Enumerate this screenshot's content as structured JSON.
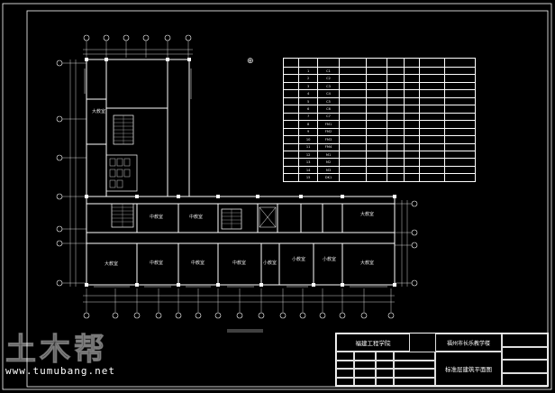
{
  "colors": {
    "background": "#000000",
    "lines": "#ffffff",
    "hatch": "#bbbbbb"
  },
  "north": {
    "symbol": "⊕"
  },
  "plan_caption": "",
  "rooms": {
    "upper_wing_1": "",
    "upper_wing_2": "",
    "left_large_room": "大教室",
    "mid_room_1": "中教室",
    "mid_room_2": "中教室",
    "mid_room_3": "",
    "mid_room_4": "",
    "office_1": "",
    "office_2": "",
    "right_large_upper": "大教室",
    "left_large_lower": "大教室",
    "lower_room_1": "中教室",
    "lower_room_2": "中教室",
    "lower_room_3": "中教室",
    "lower_room_4": "小教室",
    "lower_room_5": "小教室",
    "lower_room_6": "小教室",
    "right_large_lower": "大教室"
  },
  "schedule": {
    "title": "",
    "headers": [
      "",
      "",
      "",
      "",
      "",
      "",
      "",
      "",
      ""
    ],
    "rows": [
      [
        "",
        "1",
        "C1",
        "",
        "",
        "",
        "",
        "",
        ""
      ],
      [
        "",
        "2",
        "C2",
        "",
        "",
        "",
        "",
        "",
        ""
      ],
      [
        "",
        "3",
        "C3",
        "",
        "",
        "",
        "",
        "",
        ""
      ],
      [
        "",
        "4",
        "C4",
        "",
        "",
        "",
        "",
        "",
        ""
      ],
      [
        "",
        "5",
        "C5",
        "",
        "",
        "",
        "",
        "",
        ""
      ],
      [
        "",
        "6",
        "C6",
        "",
        "",
        "",
        "",
        "",
        ""
      ],
      [
        "",
        "7",
        "C7",
        "",
        "",
        "",
        "",
        "",
        ""
      ],
      [
        "",
        "8",
        "FM1",
        "",
        "",
        "",
        "",
        "",
        ""
      ],
      [
        "",
        "9",
        "FM2",
        "",
        "",
        "",
        "",
        "",
        ""
      ],
      [
        "",
        "10",
        "FM3",
        "",
        "",
        "",
        "",
        "",
        ""
      ],
      [
        "",
        "11",
        "FM4",
        "",
        "",
        "",
        "",
        "",
        ""
      ],
      [
        "",
        "12",
        "M1",
        "",
        "",
        "",
        "",
        "",
        ""
      ],
      [
        "",
        "13",
        "M2",
        "",
        "",
        "",
        "",
        "",
        ""
      ],
      [
        "",
        "14",
        "M3",
        "",
        "",
        "",
        "",
        "",
        ""
      ],
      [
        "",
        "15",
        "DK1",
        "",
        "",
        "",
        "",
        "",
        ""
      ]
    ]
  },
  "title_block": {
    "school": "福建工程学院",
    "project": "福州市长乐教学楼",
    "drawing_title": "标准层建筑平面图",
    "labels": [
      "",
      "",
      "",
      "",
      "",
      "",
      "",
      ""
    ],
    "values": [
      "",
      "",
      "",
      "",
      "",
      "",
      "",
      ""
    ]
  },
  "watermark": {
    "logo": "土木帮",
    "url": "www.tumubang.net"
  }
}
